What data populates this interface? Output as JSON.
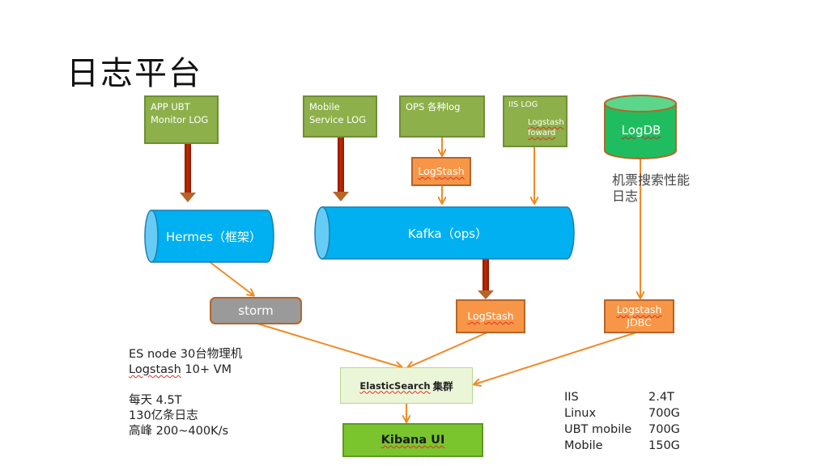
{
  "slide": {
    "title": "日志平台"
  },
  "sources": {
    "app_ubt": "APP UBT Monitor LOG",
    "mobile_service": "Mobile Service LOG",
    "ops": "OPS 各种log",
    "iis": {
      "title": "IIS LOG",
      "sub": "Logstash foward"
    },
    "logdb": "LogDB"
  },
  "logdb_caption": "机票搜索性能日志",
  "collectors": {
    "ops_logstash": "LogStash",
    "kafka_logstash": "LogStash",
    "jdbc_logstash_line1": "Logstash",
    "jdbc_logstash_line2": "JDBC"
  },
  "queues": {
    "hermes": "Hermes（框架）",
    "kafka": "Kafka（ops）"
  },
  "processing": {
    "storm": "storm"
  },
  "storage": {
    "es_name": "ElasticSearch",
    "es_suffix": "集群"
  },
  "ui": {
    "kibana": "Kibana UI"
  },
  "notes": {
    "line1": "ES node 30台物理机",
    "line2_a": "Logstash",
    "line2_b": " 10+ VM",
    "line3": "每天  4.5T",
    "line4": "130亿条日志",
    "line5": "高峰 200~400K/s"
  },
  "volume_stats": [
    {
      "source": "IIS",
      "size": "2.4T"
    },
    {
      "source": "Linux",
      "size": "700G"
    },
    {
      "source": "UBT mobile",
      "size": "700G"
    },
    {
      "source": "Mobile",
      "size": "150G"
    }
  ],
  "colors": {
    "source_green": "#8db04a",
    "logstash_orange": "#f79646",
    "queue_blue": "#00b0f0",
    "logdb_green": "#1fbd5f",
    "kibana_green": "#7ac52e",
    "arrow_orange": "#f08a24",
    "arrow_darkred": "#b32000"
  }
}
